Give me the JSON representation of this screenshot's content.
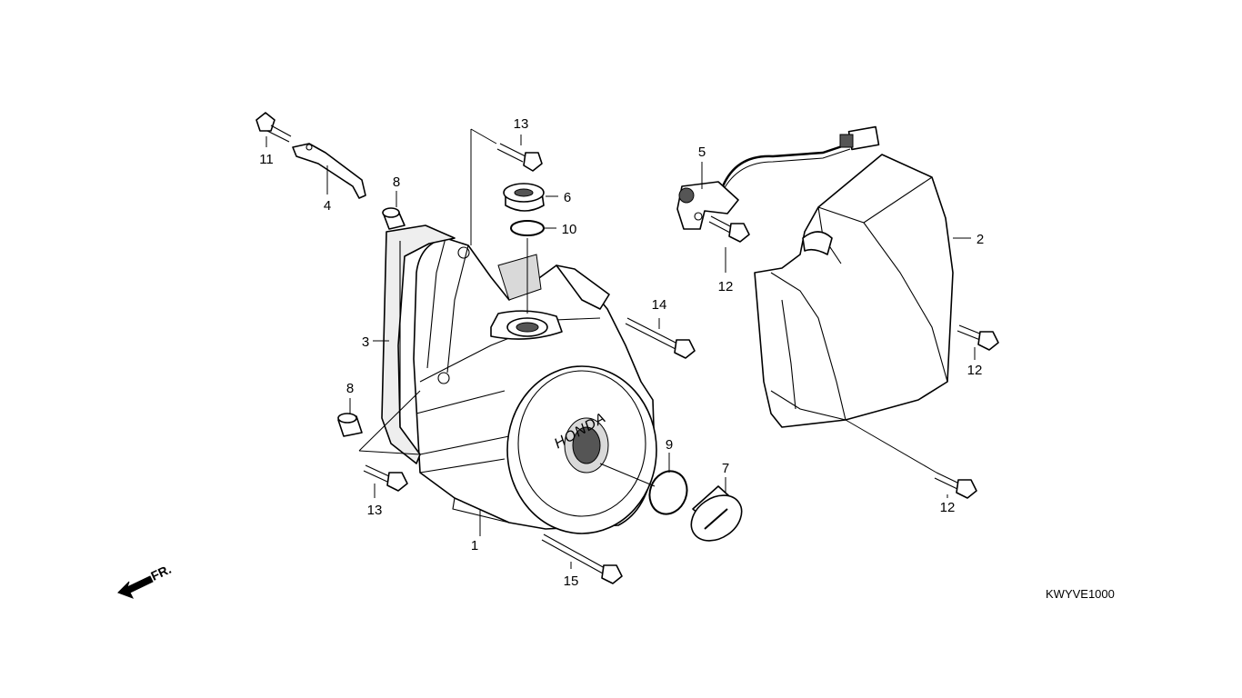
{
  "diagram": {
    "code": "KWYVE1000",
    "front_label": "FR.",
    "brand": "HONDA",
    "callouts": {
      "c1": "1",
      "c2": "2",
      "c3": "3",
      "c4": "4",
      "c5": "5",
      "c6": "6",
      "c7": "7",
      "c8a": "8",
      "c8b": "8",
      "c9": "9",
      "c10": "10",
      "c11": "11",
      "c12a": "12",
      "c12b": "12",
      "c12c": "12",
      "c13a": "13",
      "c13b": "13",
      "c14": "14",
      "c15": "15"
    }
  }
}
